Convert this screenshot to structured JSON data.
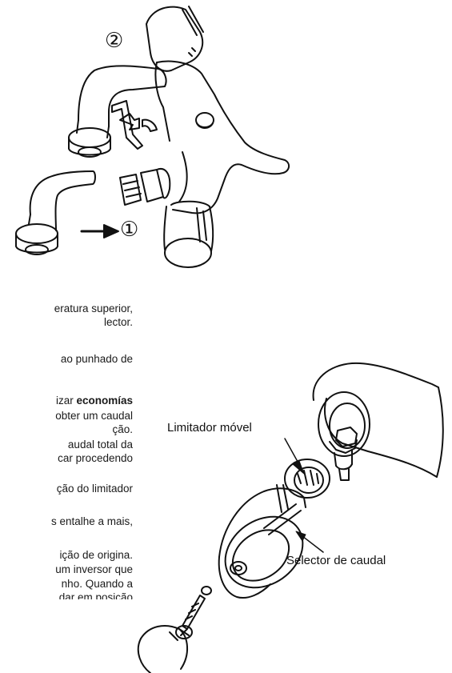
{
  "step_marker_1": "①",
  "step_marker_2": "②",
  "callouts": {
    "limitador": "Limitador móvel",
    "selector": "Selector de caudal"
  },
  "paragraph_lines": [
    "eratura superior,",
    "lector.",
    "ao punhado  de",
    "",
    "izar ",
    "obter um caudal",
    "ção.",
    "audal total  da",
    "car procedendo",
    "",
    "ção do limitador",
    "",
    "s entalhe a mais,",
    "",
    "ição de origina.",
    "um inversor que",
    "nho. Quando a",
    "dar em posição"
  ],
  "bold_word": "economías"
}
